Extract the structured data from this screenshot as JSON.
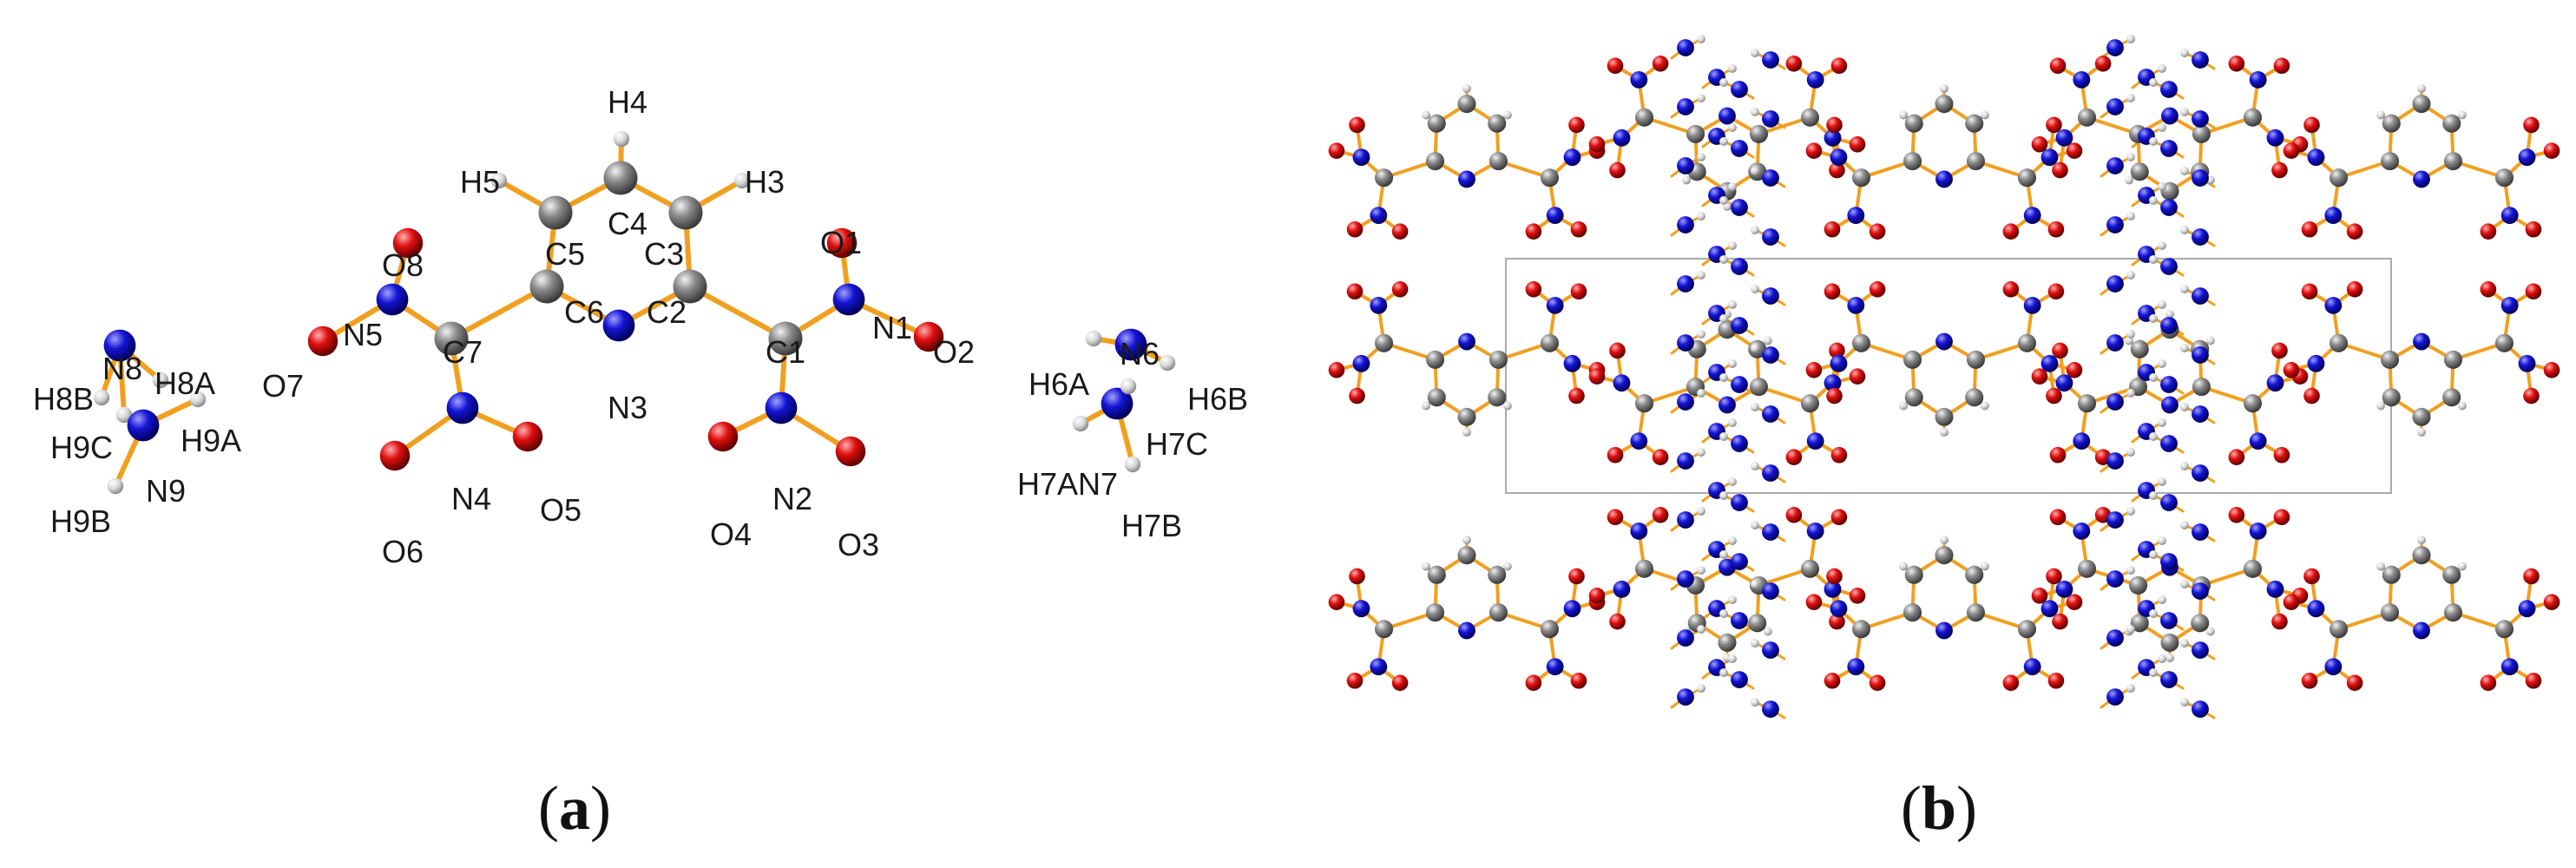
{
  "colors": {
    "carbon": "#8a8a8a",
    "nitrogen": "#1414d4",
    "oxygen": "#e01010",
    "hydrogen": "#d8d8d8",
    "bond": "#f0a020",
    "cell": "#aaaaaa"
  },
  "panels": {
    "a": {
      "label_open": "(",
      "label_letter": "a",
      "label_close": ")"
    },
    "b": {
      "label_open": "(",
      "label_letter": "b",
      "label_close": ")"
    }
  },
  "atom_labels": {
    "H4": "H4",
    "H5": "H5",
    "H3": "H3",
    "C4": "C4",
    "C5": "C5",
    "C3": "C3",
    "O1": "O1",
    "O8": "O8",
    "C6": "C6",
    "C2": "C2",
    "N5": "N5",
    "C7": "C7",
    "N1": "N1",
    "O2": "O2",
    "C1": "C1",
    "O7": "O7",
    "N3": "N3",
    "N4": "N4",
    "O5": "O5",
    "N2": "N2",
    "O6": "O6",
    "O4": "O4",
    "O3": "O3",
    "N8": "N8",
    "H8B": "H8B",
    "H8A": "H8A",
    "H9C": "H9C",
    "H9A": "H9A",
    "N9": "N9",
    "H9B": "H9B",
    "N6": "N6",
    "H6A": "H6A",
    "H6B": "H6B",
    "H7C": "H7C",
    "H7AN7": "H7AN7",
    "H7B": "H7B"
  }
}
